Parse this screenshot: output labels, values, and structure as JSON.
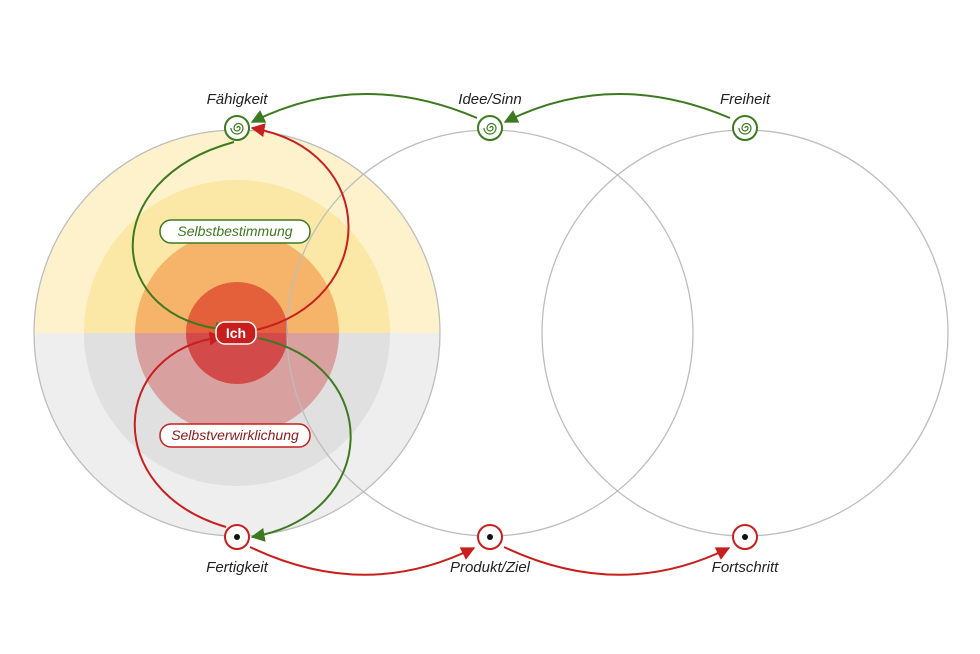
{
  "center_label": "Ich",
  "pills": {
    "upper": "Selbstbestimmung",
    "lower": "Selbstverwirklichung"
  },
  "top_nodes": [
    "Fähigkeit",
    "Idee/Sinn",
    "Freiheit"
  ],
  "bottom_nodes": [
    "Fertigkeit",
    "Produkt/Ziel",
    "Fortschritt"
  ],
  "colors": {
    "green": "#3d7a1f",
    "red": "#c81e1e",
    "gray_circle": "#bdbdbd",
    "upper_ring_outer": "#fdf2cc",
    "upper_ring_mid": "#fbe8a6",
    "upper_ring_inner": "#f5b46a",
    "core_upper": "#e3603a",
    "lower_ring_outer": "#eeeeee",
    "lower_ring_mid": "#e0e0e0",
    "lower_ring_inner": "#d9a0a0",
    "core_lower": "#d24a4a"
  }
}
